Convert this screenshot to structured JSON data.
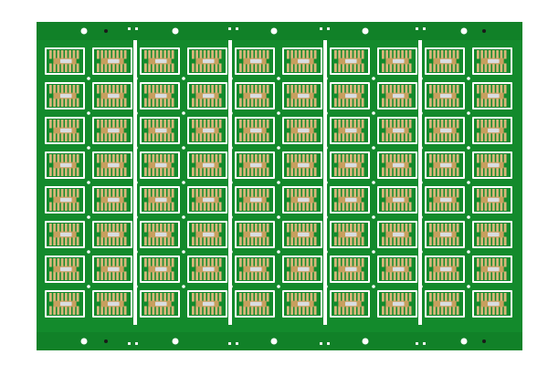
{
  "photo": {
    "subject": "pcb-panel",
    "grid": {
      "columns": 10,
      "rows": 8
    },
    "colors": {
      "background": "#ffffff",
      "solder_mask": "#138a2c",
      "solder_mask_dark": "#0f6f23",
      "gold_pad": "#d8b67a",
      "gold_pad_shade": "#c79f5e",
      "silver_component": "#d9dde0",
      "slot": "#ffffff",
      "silkscreen": "#f2f2f2",
      "hole_black": "#1a1a1a"
    }
  }
}
